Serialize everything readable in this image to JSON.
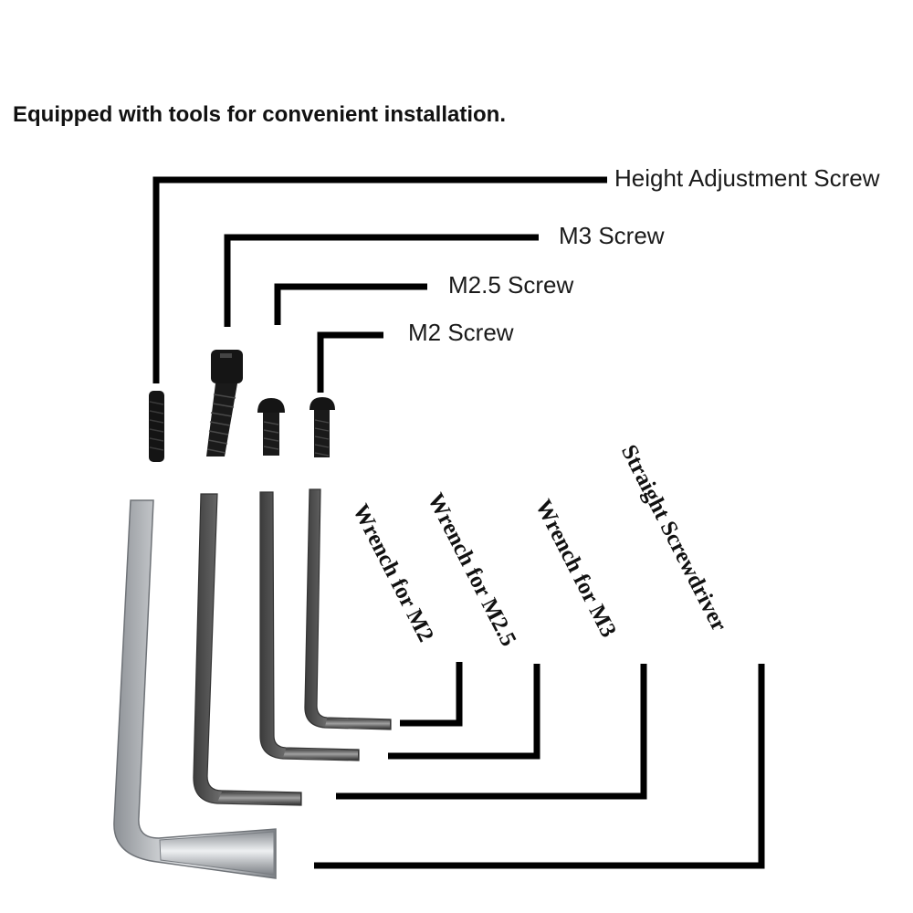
{
  "heading": "Equipped with tools for convenient installation.",
  "screws": [
    {
      "label": "Height Adjustment Screw"
    },
    {
      "label": "M3 Screw"
    },
    {
      "label": "M2.5 Screw"
    },
    {
      "label": "M2 Screw"
    }
  ],
  "tools": [
    {
      "label": "Wrench for M2"
    },
    {
      "label": "Wrench for M2.5"
    },
    {
      "label": "Wrench for M3"
    },
    {
      "label": "Straight Screwdriver"
    }
  ],
  "colors": {
    "leader": "#000000",
    "screw": "#1a1a1a",
    "silver": "#c9ccd0",
    "dark_steel": "#5a5a5a"
  }
}
